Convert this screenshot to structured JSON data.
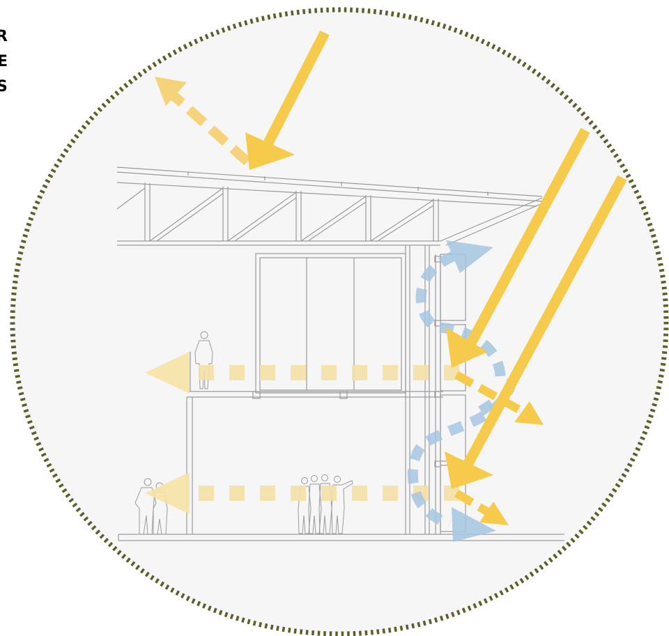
{
  "labels": {
    "line1": "R",
    "line2": "E",
    "line3": "S"
  },
  "colors": {
    "circle_border": "#5e5e2a",
    "circle_fill": "#f6f6f6",
    "sun_arrow": "#f6cb4c",
    "sun_arrow_light": "#f7e3a6",
    "light_dashes": "#f5e2a8",
    "airflow": "#a6c6e2",
    "structure_line": "#9a9a9a"
  },
  "icons": {
    "sun_rays": "solid-yellow-arrow",
    "reflected_light": "dashed-yellow-arrow",
    "ventilation": "dashed-blue-arrow",
    "people": "human-silhouette"
  }
}
